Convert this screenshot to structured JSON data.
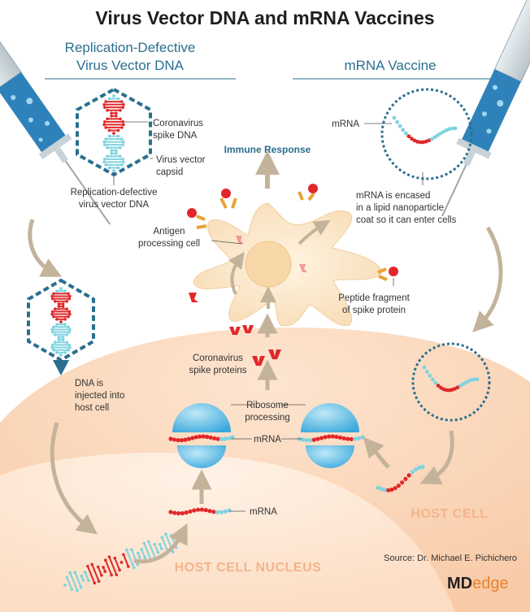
{
  "title": "Virus Vector DNA and mRNA Vaccines",
  "left_section": {
    "heading_line1": "Replication-Defective",
    "heading_line2": "Virus Vector DNA"
  },
  "right_section": {
    "heading": "mRNA Vaccine"
  },
  "labels": {
    "coronavirus_spike_dna_1": "Coronavirus",
    "coronavirus_spike_dna_2": "spike DNA",
    "virus_vector_capsid_1": "Virus vector",
    "virus_vector_capsid_2": "capsid",
    "rd_virus_vector_dna_1": "Replication-defective",
    "rd_virus_vector_dna_2": "virus vector DNA",
    "immune_response": "Immune Response",
    "mrna_top": "mRNA",
    "mrna_encased_1": "mRNA is encased",
    "mrna_encased_2": "in a lipid nanoparticle",
    "mrna_encased_3": "coat so it can enter cells",
    "antigen_cell_1": "Antigen",
    "antigen_cell_2": "processing cell",
    "peptide_fragment_1": "Peptide fragment",
    "peptide_fragment_2": "of spike protein",
    "spike_proteins_1": "Coronavirus",
    "spike_proteins_2": "spike proteins",
    "dna_injected_1": "DNA is",
    "dna_injected_2": "injected into",
    "dna_injected_3": "host cell",
    "ribosome_1": "Ribosome",
    "ribosome_2": "processing",
    "mrna_ribosome": "mRNA",
    "mrna_nucleus": "mRNA",
    "host_cell": "HOST CELL",
    "host_cell_nucleus": "HOST CELL NUCLEUS"
  },
  "source": "Source: Dr. Michael E. Pichichero",
  "brand": {
    "part1": "MD",
    "part2": "edge"
  },
  "colors": {
    "title_blue": "#2a6f8f",
    "host_cell_fill": "#fbd9bf",
    "nucleus_fill": "#fde7d5",
    "antigen_cell_fill": "#fbe6c6",
    "dna_red": "#e0282a",
    "dna_cyan": "#7fd3df",
    "capsid_blue": "#2a6f8f",
    "ribosome_blue": "#4fb6e3",
    "arrow_tan": "#c9b8a0",
    "brand_orange": "#e8822a"
  }
}
